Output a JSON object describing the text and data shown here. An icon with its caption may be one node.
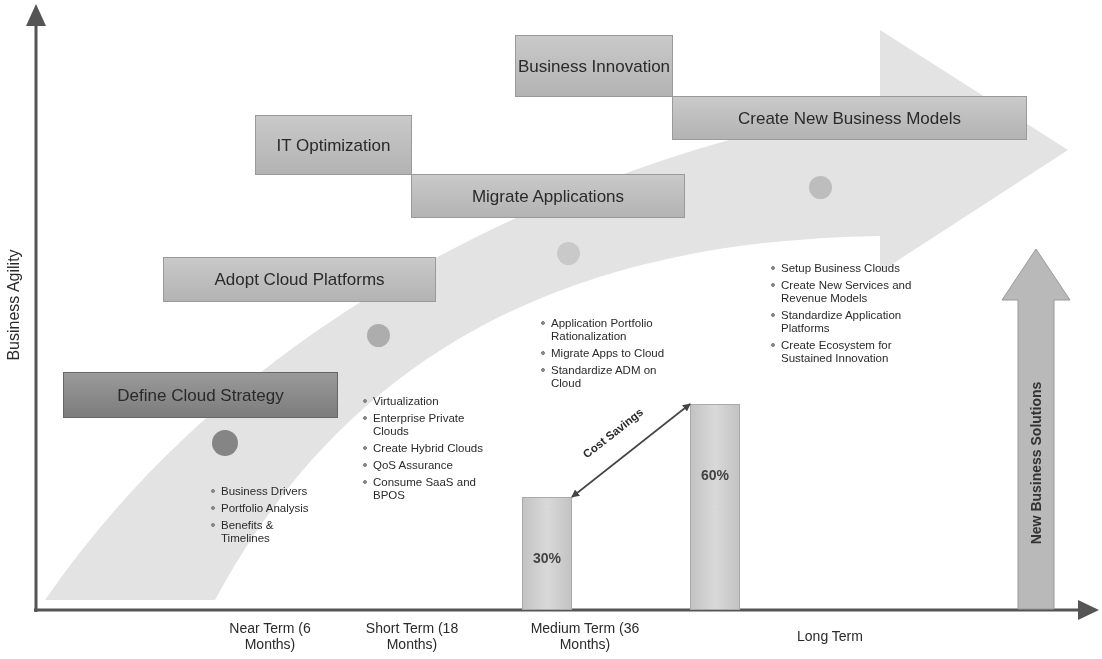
{
  "diagram": {
    "nodes": [
      {
        "text": [
          "Business Innovation"
        ]
      },
      {
        "text": [
          "Create New Business Models"
        ]
      },
      {
        "text": [
          "IT Optimization"
        ]
      },
      {
        "text": [
          "Migrate Applications"
        ]
      },
      {
        "text": [
          "Adopt Cloud Platforms"
        ]
      },
      {
        "text": [
          "Define Cloud Strategy"
        ]
      },
      {
        "text": [],
        "shape": "circle"
      },
      {
        "text": [],
        "shape": "circle"
      },
      {
        "text": [],
        "shape": "circle"
      },
      {
        "text": [],
        "shape": "circle"
      },
      {
        "text": [
          "30%"
        ]
      },
      {
        "text": [
          "60%"
        ]
      },
      {
        "text": [
          "New Business Solutions"
        ]
      }
    ],
    "edges": [
      {
        "from": 10,
        "to": 11,
        "arrow": "both",
        "label": "Cost Savings"
      }
    ],
    "labels": [
      "Business Agility",
      "Setup Business Clouds",
      "Create New Services and Revenue Models",
      "Standardize Application Platforms",
      "Create Ecosystem for Sustained Innovation",
      "Application Portfolio Rationalization",
      "Migrate Apps to Cloud",
      "Standardize ADM on Cloud",
      "Virtualization",
      "Enterprise Private Clouds",
      "Create Hybrid Clouds",
      "QoS Assurance",
      "Consume SaaS and BPOS",
      "Business Drivers",
      "Portfolio Analysis",
      "Benefits & Timelines",
      "Near Term (6 Months)",
      "Short Term (18 Months)",
      "Medium Term (36 Months)",
      "Long Term"
    ]
  }
}
